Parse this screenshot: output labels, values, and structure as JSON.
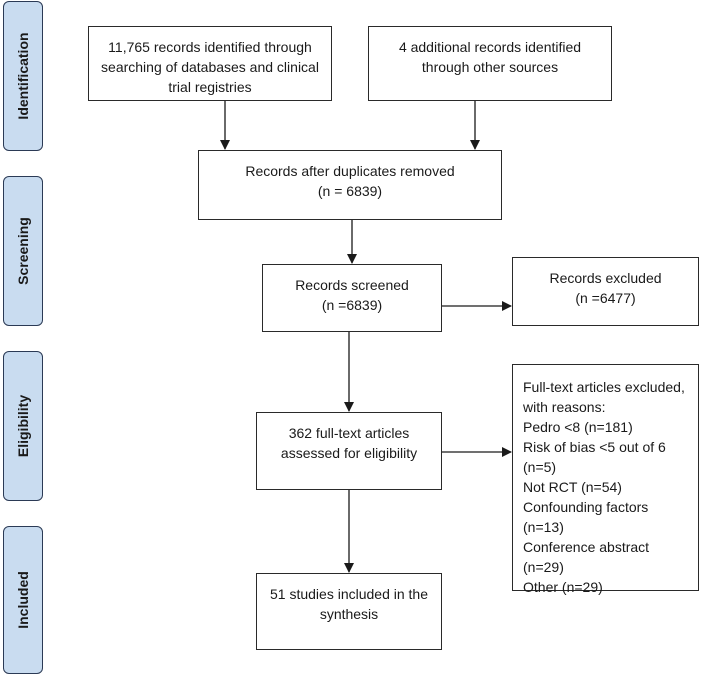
{
  "stages": [
    {
      "key": "identification",
      "label": "Identification"
    },
    {
      "key": "screening",
      "label": "Screening"
    },
    {
      "key": "eligibility",
      "label": "Eligibility"
    },
    {
      "key": "included",
      "label": "Included"
    }
  ],
  "boxes": {
    "identified_databases": "11,765 records identified through searching of databases and clinical trial registries",
    "identified_other": "4 additional records identified through other sources",
    "duplicates_removed": "Records after duplicates removed\n(n = 6839)",
    "screened": "Records screened\n(n =6839)",
    "excluded": "Records excluded\n(n =6477)",
    "fulltext_assessed": "362 full-text articles assessed for eligibility",
    "included": "51 studies included in the synthesis"
  },
  "fulltext_excluded": {
    "heading": "Full-text articles excluded, with reasons:",
    "reasons": [
      "Pedro <8 (n=181)",
      "Risk of bias <5 out of 6 (n=5)",
      "Not RCT (n=54)",
      "Confounding factors (n=13)",
      "Conference abstract (n=29)",
      "Other (n=29)"
    ]
  }
}
